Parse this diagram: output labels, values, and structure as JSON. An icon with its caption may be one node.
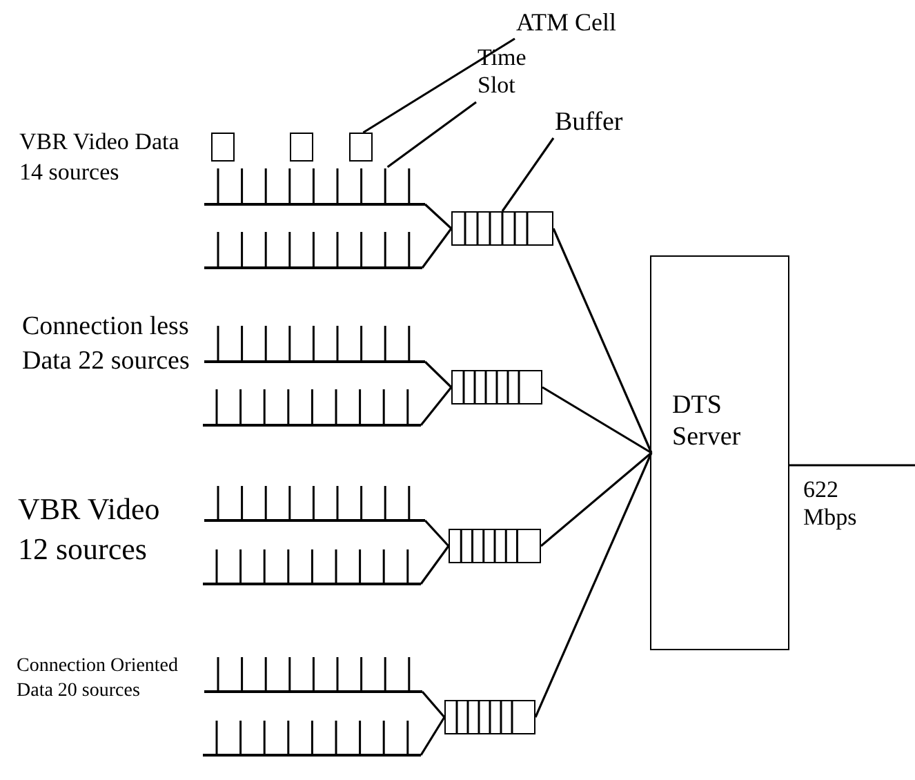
{
  "diagram": {
    "nodes": [
      {
        "text": [
          "ATM Cell"
        ]
      },
      {
        "text": [
          "Time Slot"
        ]
      },
      {
        "text": [
          "Buffer"
        ]
      },
      {
        "text": [],
        "shape": "box"
      },
      {
        "text": [],
        "shape": "box"
      },
      {
        "text": [],
        "shape": "box"
      },
      {
        "text": [],
        "shape": "bar"
      },
      {
        "text": [],
        "shape": "bar"
      },
      {
        "text": [],
        "shape": "box"
      },
      {
        "text": [],
        "shape": "bar"
      },
      {
        "text": [],
        "shape": "bar"
      },
      {
        "text": [],
        "shape": "box"
      },
      {
        "text": [
          "DTS Server"
        ]
      },
      {
        "text": [],
        "shape": "bar"
      },
      {
        "text": [],
        "shape": "bar"
      },
      {
        "text": [],
        "shape": "box"
      },
      {
        "text": [],
        "shape": "bar"
      },
      {
        "text": [],
        "shape": "bar"
      },
      {
        "text": [],
        "shape": "box"
      }
    ],
    "edges": [
      {
        "from": 0,
        "to": 5,
        "arrow": "none"
      },
      {
        "from": 1,
        "to": 6,
        "arrow": "none"
      },
      {
        "from": 2,
        "to": 8,
        "arrow": "none"
      },
      {
        "from": 6,
        "to": 8,
        "arrow": "none"
      },
      {
        "from": 7,
        "to": 8,
        "arrow": "none"
      },
      {
        "from": 9,
        "to": 11,
        "arrow": "none"
      },
      {
        "from": 10,
        "to": 11,
        "arrow": "none"
      },
      {
        "from": 13,
        "to": 15,
        "arrow": "none"
      },
      {
        "from": 14,
        "to": 15,
        "arrow": "none"
      },
      {
        "from": 16,
        "to": 18,
        "arrow": "none"
      },
      {
        "from": 17,
        "to": 18,
        "arrow": "none"
      },
      {
        "from": 8,
        "to": 12,
        "arrow": "none"
      },
      {
        "from": 11,
        "to": 12,
        "arrow": "none"
      },
      {
        "from": 15,
        "to": 12,
        "arrow": "none"
      },
      {
        "from": 18,
        "to": 12,
        "arrow": "none"
      },
      {
        "from": 12,
        "to": null,
        "arrow": "none",
        "label": "622 Mbps"
      }
    ],
    "labels": [
      "VBR Video Data 14 sources",
      "Connection less Data 22 sources",
      "VBR Video 12 sources",
      "Connection Oriented Data 20 sources"
    ]
  }
}
